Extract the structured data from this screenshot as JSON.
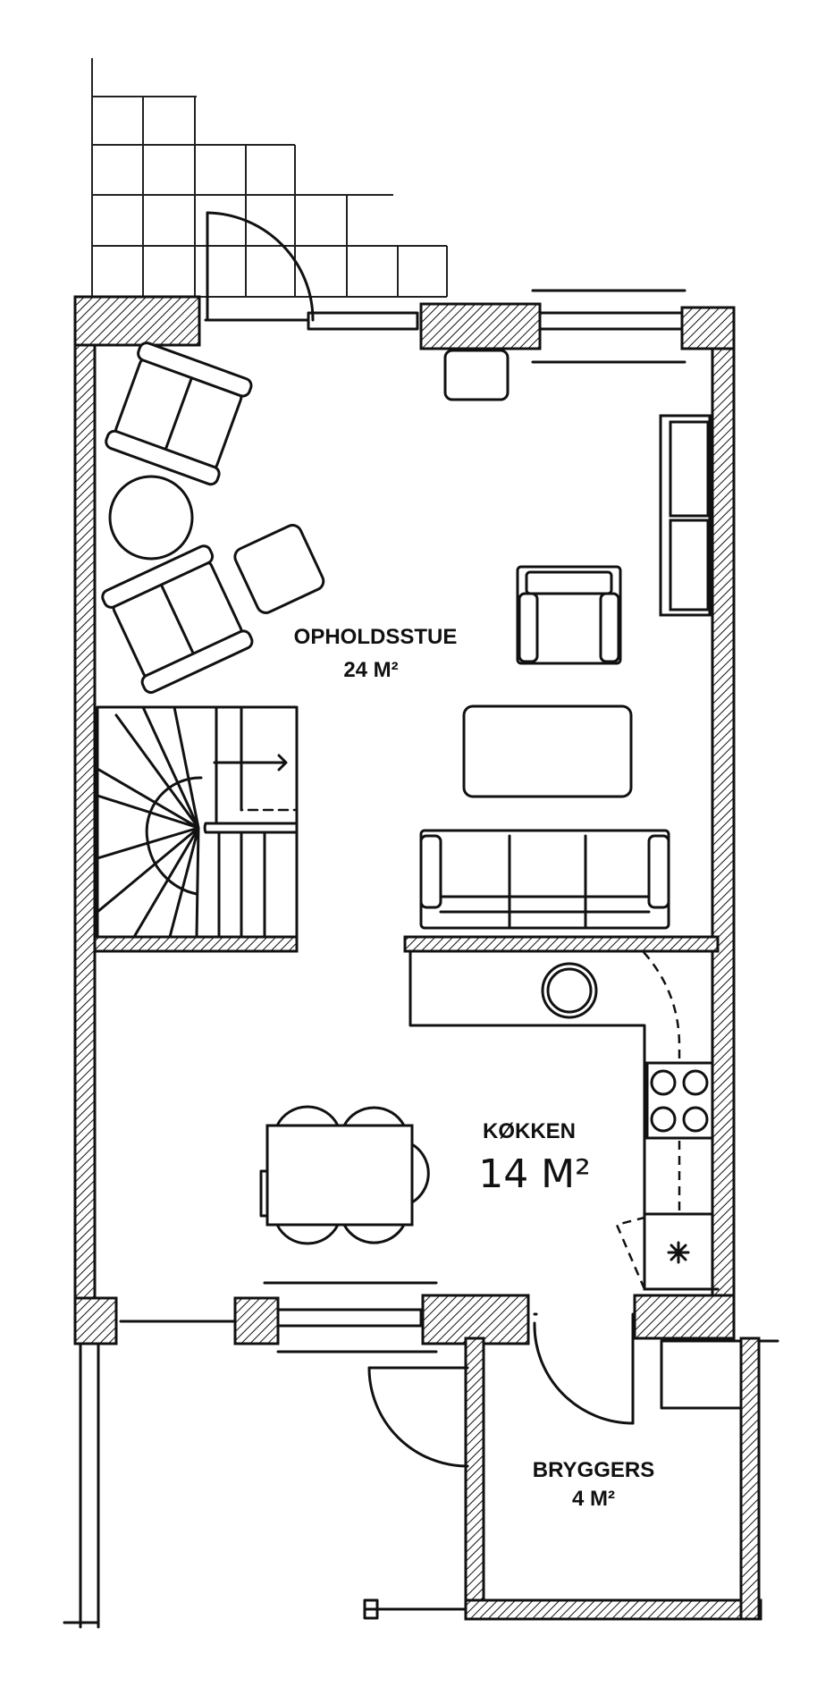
{
  "rooms": {
    "living": {
      "name": "OPHOLDSSTUE",
      "area": "24 M²"
    },
    "kitchen": {
      "name": "KØKKEN",
      "area": "14 M²"
    },
    "utility": {
      "name": "BRYGGERS",
      "area": "4 M²"
    }
  },
  "colors": {
    "ink": "#111111",
    "paper": "#ffffff"
  }
}
